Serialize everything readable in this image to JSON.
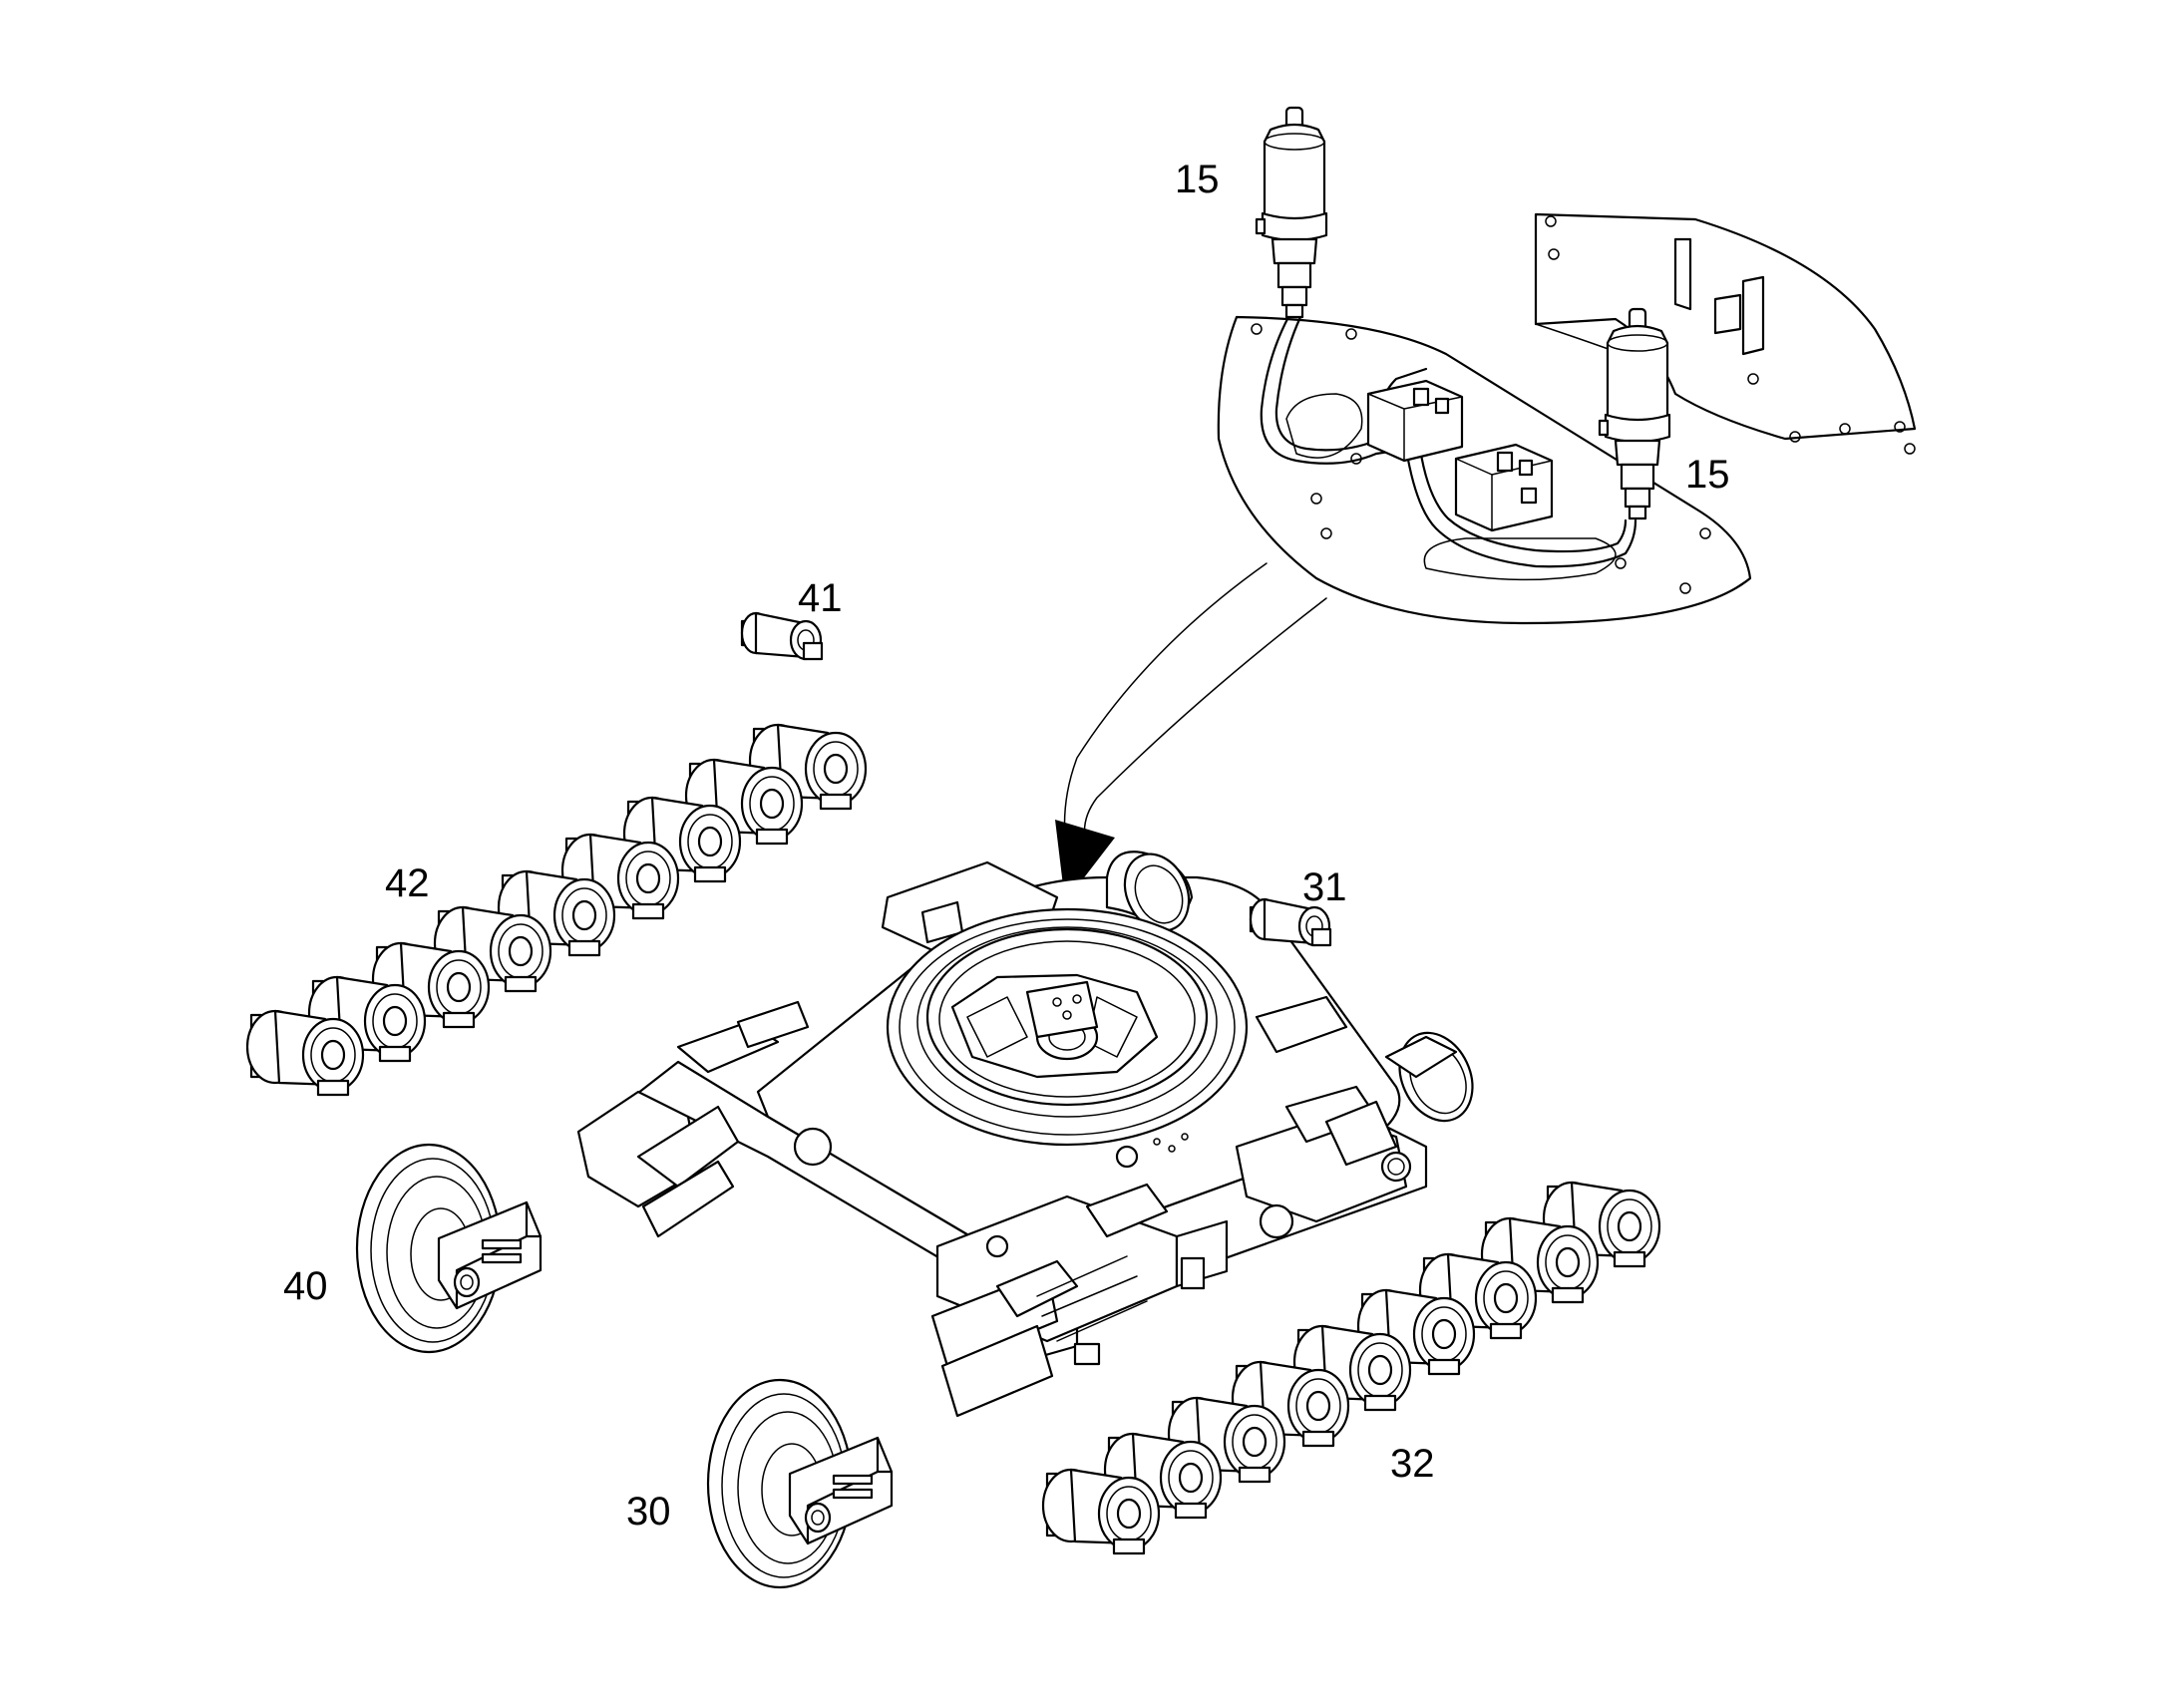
{
  "callouts": {
    "c15a": "15",
    "c15b": "15",
    "c41": "41",
    "c42": "42",
    "c31": "31",
    "c40": "40",
    "c30": "30",
    "c32": "32"
  },
  "colors": {
    "line": "#000000",
    "background": "#ffffff"
  }
}
